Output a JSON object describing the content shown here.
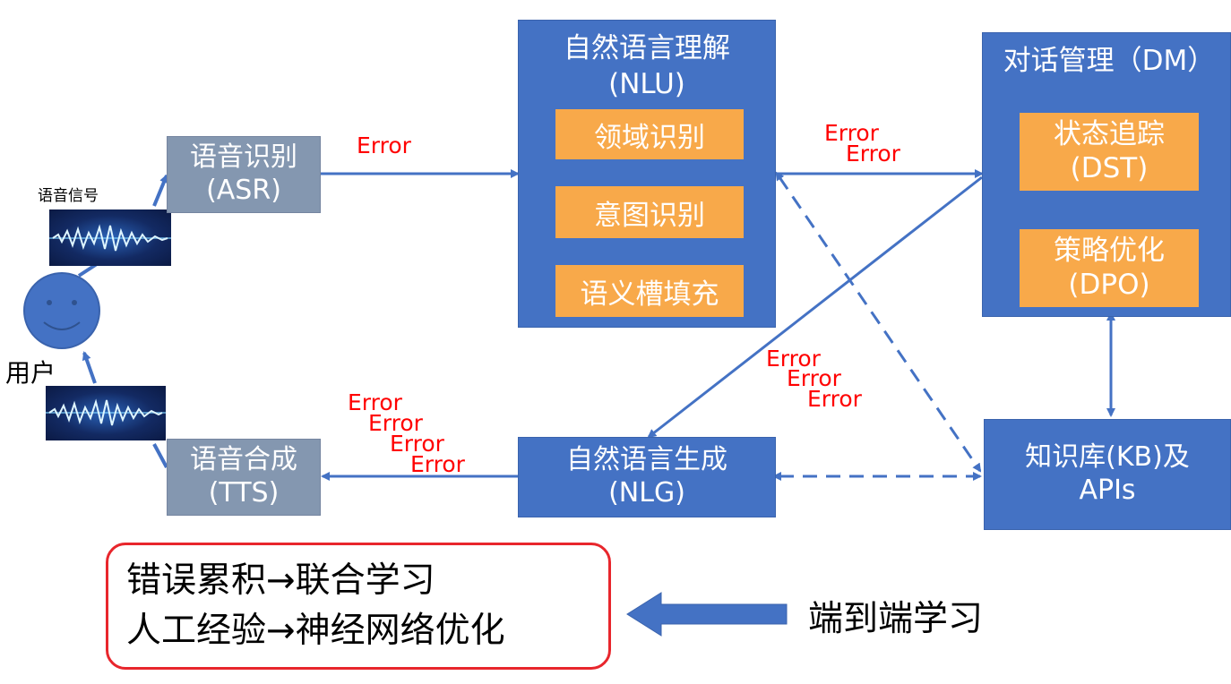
{
  "user": {
    "label": "用户"
  },
  "signal": {
    "label": "语音信号"
  },
  "asr": {
    "line1": "语音识别",
    "line2": "(ASR)"
  },
  "tts": {
    "line1": "语音合成",
    "line2": "(TTS)"
  },
  "nlu": {
    "title1": "自然语言理解",
    "title2": "(NLU)",
    "steps": [
      "领域识别",
      "意图识别",
      "语义槽填充"
    ]
  },
  "dm": {
    "title": "对话管理（DM）",
    "dst": {
      "line1": "状态追踪",
      "line2": "(DST)"
    },
    "dpo": {
      "line1": "策略优化",
      "line2": "(DPO)"
    }
  },
  "nlg": {
    "line1": "自然语言生成",
    "line2": "(NLG)"
  },
  "kb": {
    "line1": "知识库(KB)及",
    "line2": "APIs"
  },
  "errors": {
    "asr_nlu": [
      "Error"
    ],
    "nlu_dm": [
      "Error",
      "Error"
    ],
    "dm_nlg": [
      "Error",
      "Error",
      "Error"
    ],
    "nlg_tts": [
      "Error",
      "Error",
      "Error",
      "Error"
    ]
  },
  "summary": {
    "line1": "错误累积→联合学习",
    "line2": "人工经验→神经网络优化"
  },
  "end_to_end": {
    "label": "端到端学习"
  },
  "colors": {
    "module_blue": "#4472c4",
    "speech_grey": "#8497b0",
    "sub_orange": "#f8a94a",
    "error_red": "#ff0000",
    "summary_border": "#e8262c"
  }
}
